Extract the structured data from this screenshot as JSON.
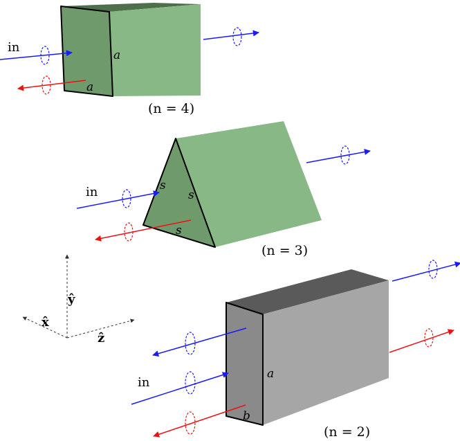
{
  "colors": {
    "green_front": "#6f9a6c",
    "green_top": "#4e6f4c",
    "green_side": "#88b885",
    "gray_front": "#8a8a8a",
    "gray_top": "#5a5a5a",
    "gray_side": "#a6a6a6",
    "blue": "#1a1aff",
    "red": "#ee1111",
    "edge": "#000000"
  },
  "labels": {
    "in": "in",
    "a": "a",
    "b": "b",
    "s": "s",
    "n4": "(n = 4)",
    "n3": "(n = 3)",
    "n2": "(n = 2)",
    "x_hat": "x̂",
    "y_hat": "ŷ",
    "z_hat": "ẑ"
  },
  "figures": [
    {
      "prism": "square",
      "n": 4,
      "cross_section": "square",
      "sides": [
        "a",
        "a"
      ]
    },
    {
      "prism": "triangular",
      "n": 3,
      "cross_section": "equilateral triangle",
      "sides": [
        "s",
        "s",
        "s"
      ]
    },
    {
      "prism": "rectangular",
      "n": 2,
      "cross_section": "rectangle",
      "sides": [
        "a",
        "b"
      ]
    }
  ],
  "icons": {
    "blue_arrow": "blue-arrow-icon",
    "red_arrow": "red-arrow-icon",
    "rotation": "rotation-ellipse-icon"
  }
}
